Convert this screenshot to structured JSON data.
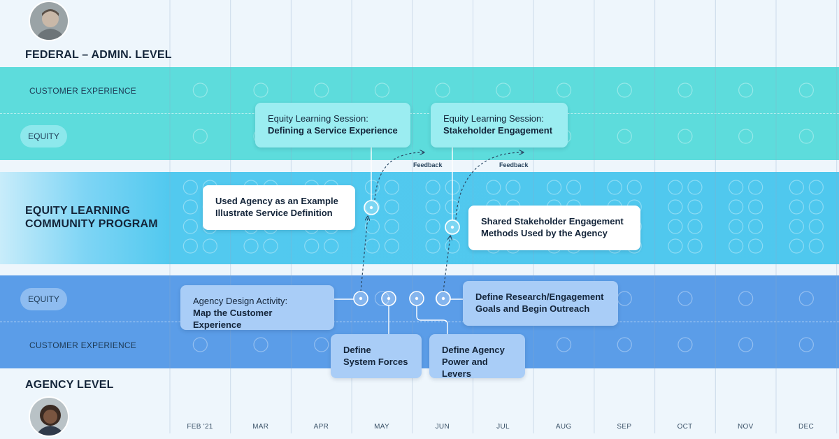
{
  "federal": {
    "title": "FEDERAL – ADMIN. LEVEL",
    "rows": {
      "customer_experience": "CUSTOMER EXPERIENCE",
      "equity": "EQUITY"
    }
  },
  "community": {
    "title_line1": "EQUITY LEARNING",
    "title_line2": "COMMUNITY PROGRAM"
  },
  "agency": {
    "title": "AGENCY LEVEL",
    "rows": {
      "equity": "EQUITY",
      "customer_experience": "CUSTOMER EXPERIENCE"
    }
  },
  "months": [
    "FEB '21",
    "MAR",
    "APR",
    "MAY",
    "JUN",
    "JUL",
    "AUG",
    "SEP",
    "OCT",
    "NOV",
    "DEC"
  ],
  "cards": {
    "session1": {
      "line1": "Equity Learning Session:",
      "line2": "Defining a Service Experience"
    },
    "session2": {
      "line1": "Equity Learning Session:",
      "line2": "Stakeholder Engagement"
    },
    "example": {
      "line1": "Used Agency as an Example",
      "line2": "Illustrate Service Definition"
    },
    "shared": {
      "line1": "Shared Stakeholder Engagement",
      "line2": "Methods Used by the Agency"
    },
    "design": {
      "line1": "Agency Design Activity:",
      "line2": "Map the Customer Experience"
    },
    "research": {
      "line1": "Define Research/Engagement",
      "line2": "Goals and Begin Outreach"
    },
    "forces": {
      "line1": "Define",
      "line2": "System Forces"
    },
    "power": {
      "line1": "Define Agency",
      "line2": "Power and Levers"
    }
  },
  "feedback": {
    "label1": "Feedback",
    "label2": "Feedback"
  },
  "colors": {
    "federal_band": "#5ddcdc",
    "community_band": "#4fc8ee",
    "agency_band": "#5b9de8",
    "background": "#eef6fc"
  }
}
